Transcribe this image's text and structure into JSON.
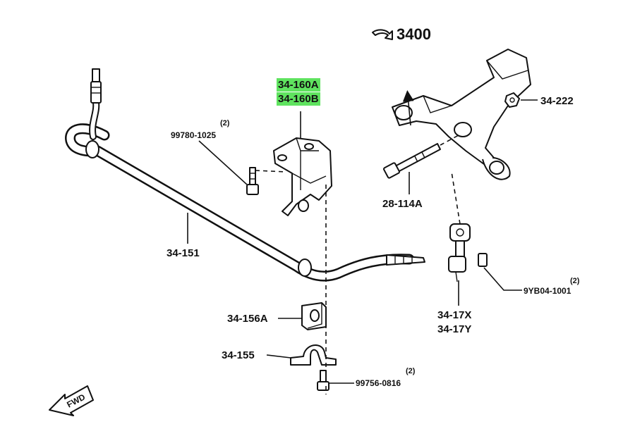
{
  "labels": {
    "ref_3400": "3400",
    "p34_160A": "34-160A",
    "p34_160B": "34-160B",
    "p34_222": "34-222",
    "qty_99780": "(2)",
    "p99780_1025": "99780-1025",
    "p28_114A": "28-114A",
    "p34_151": "34-151",
    "qty_9YB04": "(2)",
    "p9YB04_1001": "9YB04-1001",
    "p34_17X": "34-17X",
    "p34_17Y": "34-17Y",
    "p34_156A": "34-156A",
    "p34_155": "34-155",
    "qty_99756": "(2)",
    "p99756_0816": "99756-0816",
    "fwd": "FWD"
  },
  "colors": {
    "highlight": "#5fe35f",
    "line": "#111111"
  },
  "icons": {
    "reference": "arrow-reference-icon",
    "forward": "fwd-arrow-icon"
  }
}
